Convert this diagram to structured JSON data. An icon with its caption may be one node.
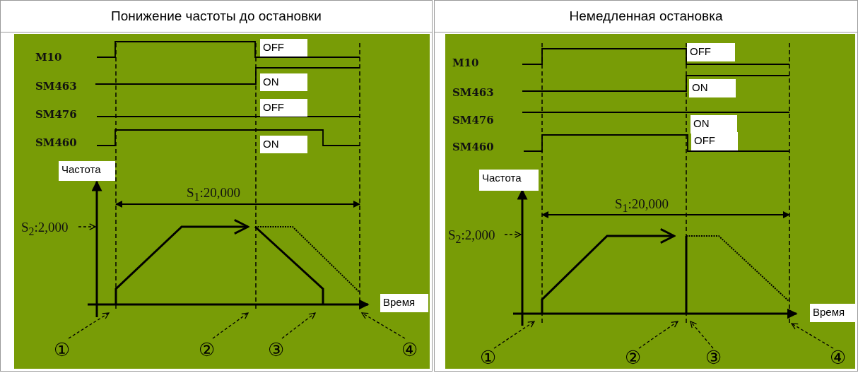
{
  "diagram": {
    "nodes": [
      {
        "text": [
          "Понижение частоты до остановки"
        ]
      },
      {
        "text": [
          "Немедленная остановка"
        ]
      },
      {
        "text": [
          "S$_{2}$:2,000"
        ],
        "in": 0
      },
      {
        "text": [
          "①"
        ],
        "in": 0
      },
      {
        "text": [
          "②"
        ],
        "in": 0
      },
      {
        "text": [
          "③"
        ],
        "in": 0
      },
      {
        "text": [
          "④"
        ],
        "in": 0
      },
      {
        "text": [
          "S$_{2}$:2,000"
        ],
        "in": 1
      },
      {
        "text": [
          "①"
        ],
        "in": 1
      },
      {
        "text": [
          "②"
        ],
        "in": 1
      },
      {
        "text": [
          "③"
        ],
        "in": 1
      },
      {
        "text": [
          "④"
        ],
        "in": 1
      }
    ],
    "edges": [
      {
        "from": 2,
        "to": null,
        "arrow": "to",
        "style": "dashed"
      },
      {
        "from": 3,
        "to": null,
        "arrow": "to",
        "style": "dashed"
      },
      {
        "from": 4,
        "to": null,
        "arrow": "to",
        "style": "dashed"
      },
      {
        "from": 5,
        "to": null,
        "arrow": "to",
        "style": "dashed"
      },
      {
        "from": 6,
        "to": null,
        "arrow": "to",
        "style": "dashed"
      },
      {
        "from": 7,
        "to": null,
        "arrow": "to",
        "style": "dashed"
      },
      {
        "from": 8,
        "to": null,
        "arrow": "to",
        "style": "dashed"
      },
      {
        "from": 9,
        "to": null,
        "arrow": "to",
        "style": "dashed"
      },
      {
        "from": 10,
        "to": null,
        "arrow": "to",
        "style": "dashed"
      },
      {
        "from": 11,
        "to": null,
        "arrow": "to",
        "style": "dashed"
      }
    ],
    "labels": [
      "M10",
      "OFF",
      "SM463",
      "ON",
      "SM476",
      "OFF",
      "SM460",
      "ON",
      "Частота",
      "S$_{1}$:20,000",
      "Время",
      "M10",
      "OFF",
      "SM463",
      "ON",
      "SM476",
      "ON",
      "SM460",
      "OFF",
      "Частота",
      "S$_{1}$:20,000",
      "Время"
    ]
  }
}
